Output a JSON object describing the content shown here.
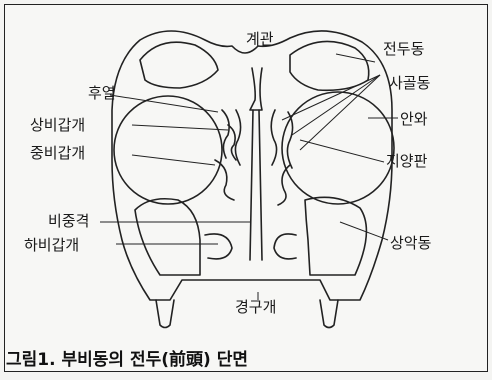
{
  "labels": {
    "frontal_sinus": "전두동",
    "crista_galli": "계관",
    "ethmoid_sinus": "사골동",
    "posterior_ethmoid": "후열",
    "superior_turbinate": "상비갑개",
    "middle_turbinate": "중비갑개",
    "orbit": "안와",
    "lamina_papyracea": "지양판",
    "nasal_septum": "비중격",
    "inferior_turbinate": "하비갑개",
    "maxillary_sinus": "상악동",
    "hard_palate": "경구개"
  },
  "caption": "그림1. 부비동의 전두(前頭) 단면"
}
